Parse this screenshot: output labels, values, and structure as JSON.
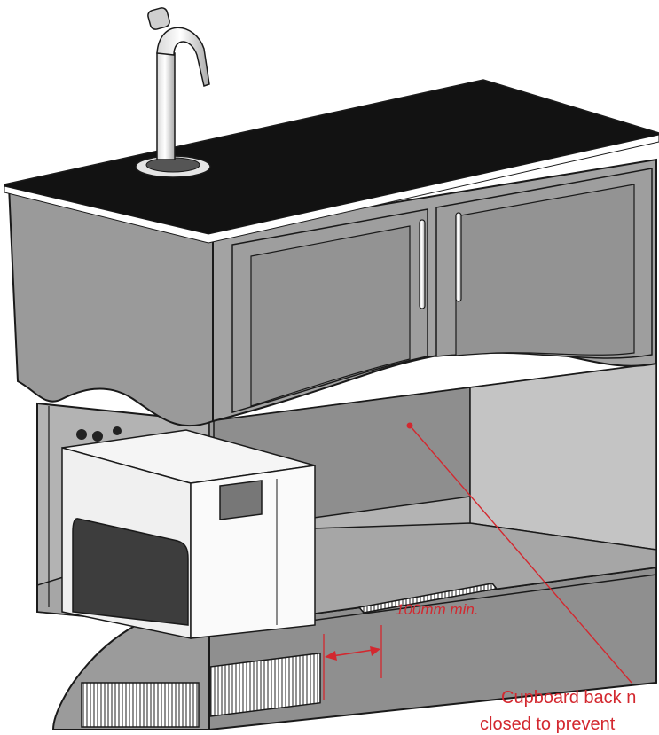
{
  "annotations": {
    "clearance_label": "100mm min.",
    "cupboard_note_line1": "Cupboard back n",
    "cupboard_note_line2": "closed to prevent"
  },
  "colors": {
    "annotation_red": "#d3282f",
    "worktop": "#121212",
    "cabinet_gray": "#9a9a9a",
    "interior_gray": "#b6b6b6",
    "outline": "#1a1a1a"
  },
  "icons": [
    "tap-icon",
    "boiler-unit-icon",
    "vent-grille-icon"
  ]
}
